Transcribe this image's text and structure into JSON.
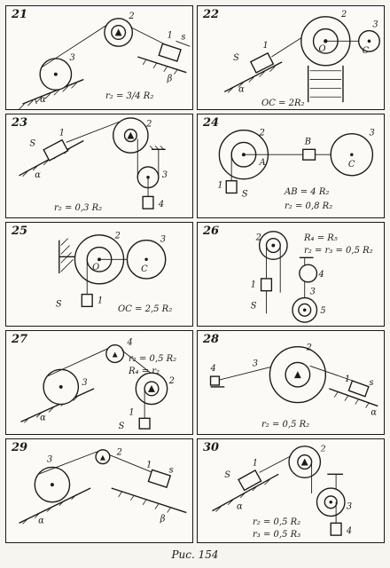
{
  "caption": "Рис. 154",
  "panels": [
    {
      "num": "21",
      "formula": "r₂ = 3/4 R₂",
      "labels": {
        "body1": "1",
        "body2": "2",
        "body3": "3",
        "s": "s",
        "alpha": "α",
        "beta": "β"
      }
    },
    {
      "num": "22",
      "formula": "OC = 2R₂",
      "labels": {
        "body1": "1",
        "body2": "2",
        "body3": "3",
        "s": "S",
        "alpha": "α",
        "O": "O",
        "C": "C"
      }
    },
    {
      "num": "23",
      "formula": "r₂ = 0,3 R₂",
      "labels": {
        "body1": "1",
        "body2": "2",
        "body3": "3",
        "body4": "4",
        "s": "S",
        "alpha": "α"
      }
    },
    {
      "num": "24",
      "formula": "AB = 4 R₂",
      "formula2": "r₂ = 0,8 R₂",
      "labels": {
        "body1": "1",
        "body2": "2",
        "body3": "3",
        "A": "A",
        "B": "B",
        "C": "C",
        "s": "S"
      }
    },
    {
      "num": "25",
      "formula": "OC = 2,5 R₂",
      "labels": {
        "body1": "1",
        "body2": "2",
        "body3": "3",
        "O": "O",
        "C": "C",
        "s": "S"
      }
    },
    {
      "num": "26",
      "formula": "R₄ = R₅",
      "formula2": "r₂ = r₃ = 0,5 R₂",
      "labels": {
        "body1": "1",
        "body2": "2",
        "body3": "3",
        "body4": "4",
        "body5": "5",
        "s": "S"
      }
    },
    {
      "num": "27",
      "formula": "r₂ = 0,5 R₂",
      "formula2": "R₄ = r₂",
      "labels": {
        "body1": "1",
        "body2": "2",
        "body3": "3",
        "body4": "4",
        "s": "S",
        "alpha": "α"
      }
    },
    {
      "num": "28",
      "formula": "r₂ = 0,5 R₂",
      "labels": {
        "body1": "1",
        "body2": "2",
        "body3": "3",
        "body4": "4",
        "s": "s",
        "alpha": "α"
      }
    },
    {
      "num": "29",
      "formula": "",
      "labels": {
        "body1": "1",
        "body2": "2",
        "body3": "3",
        "s": "s",
        "alpha": "α",
        "beta": "β"
      }
    },
    {
      "num": "30",
      "formula": "r₂ = 0,5 R₂",
      "formula2": "r₃ = 0,5 R₃",
      "labels": {
        "body1": "1",
        "body2": "2",
        "body3": "3",
        "body4": "4",
        "s": "S",
        "alpha": "α"
      }
    }
  ]
}
